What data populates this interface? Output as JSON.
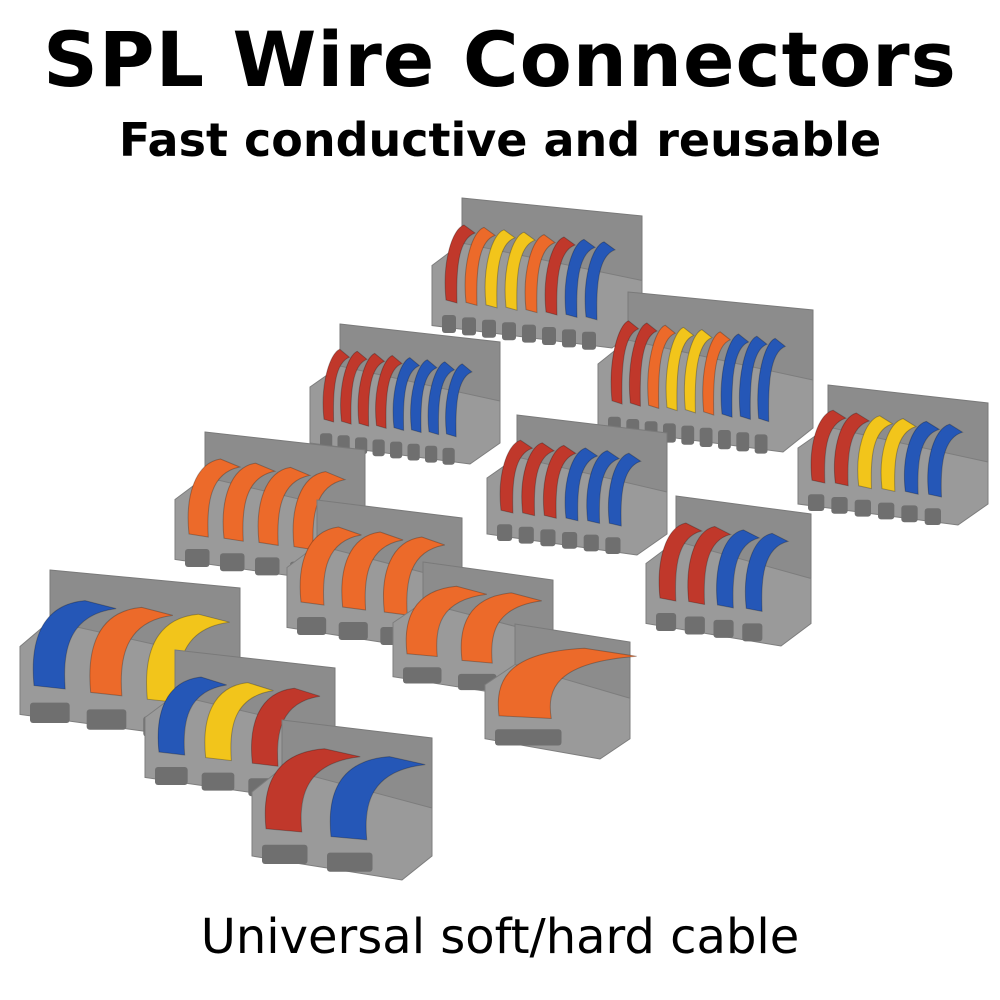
{
  "header": {
    "title": "SPL Wire Connectors",
    "subtitle": "Fast conductive and reusable"
  },
  "footer": {
    "caption": "Universal soft/hard cable"
  },
  "colors": {
    "housing": "#9a9a9a",
    "housing_dark": "#6f6f6f",
    "lever_red": "#c0382b",
    "lever_orange": "#ec6a2a",
    "lever_yellow": "#f2c51b",
    "lever_blue": "#2557b7"
  },
  "connectors": [
    {
      "name": "connector-2-to-6",
      "levers": [
        "red",
        "orange",
        "yellow",
        "yellow",
        "orange",
        "red",
        "blue",
        "blue"
      ]
    },
    {
      "name": "connector-3-to-9",
      "levers": [
        "red",
        "red",
        "orange",
        "yellow",
        "yellow",
        "orange",
        "blue",
        "blue",
        "blue"
      ]
    },
    {
      "name": "connector-1-to-8",
      "levers": [
        "red",
        "red",
        "red",
        "red",
        "blue",
        "blue",
        "blue",
        "blue"
      ]
    },
    {
      "name": "connector-1-to-6",
      "levers": [
        "red",
        "red",
        "red",
        "blue",
        "blue",
        "blue"
      ]
    },
    {
      "name": "connector-3-to-6",
      "levers": [
        "red",
        "red",
        "yellow",
        "yellow",
        "blue",
        "blue"
      ]
    },
    {
      "name": "connector-4-orange",
      "levers": [
        "orange",
        "orange",
        "orange",
        "orange"
      ]
    },
    {
      "name": "connector-1-to-4",
      "levers": [
        "red",
        "red",
        "blue",
        "blue"
      ]
    },
    {
      "name": "connector-3-orange",
      "levers": [
        "orange",
        "orange",
        "orange"
      ]
    },
    {
      "name": "connector-3-mixed-large",
      "levers": [
        "blue",
        "orange",
        "yellow"
      ]
    },
    {
      "name": "connector-2-orange",
      "levers": [
        "orange",
        "orange"
      ]
    },
    {
      "name": "connector-3-mixed",
      "levers": [
        "blue",
        "yellow",
        "red"
      ]
    },
    {
      "name": "connector-1-orange",
      "levers": [
        "orange"
      ]
    },
    {
      "name": "connector-2-mixed",
      "levers": [
        "red",
        "blue"
      ]
    }
  ]
}
